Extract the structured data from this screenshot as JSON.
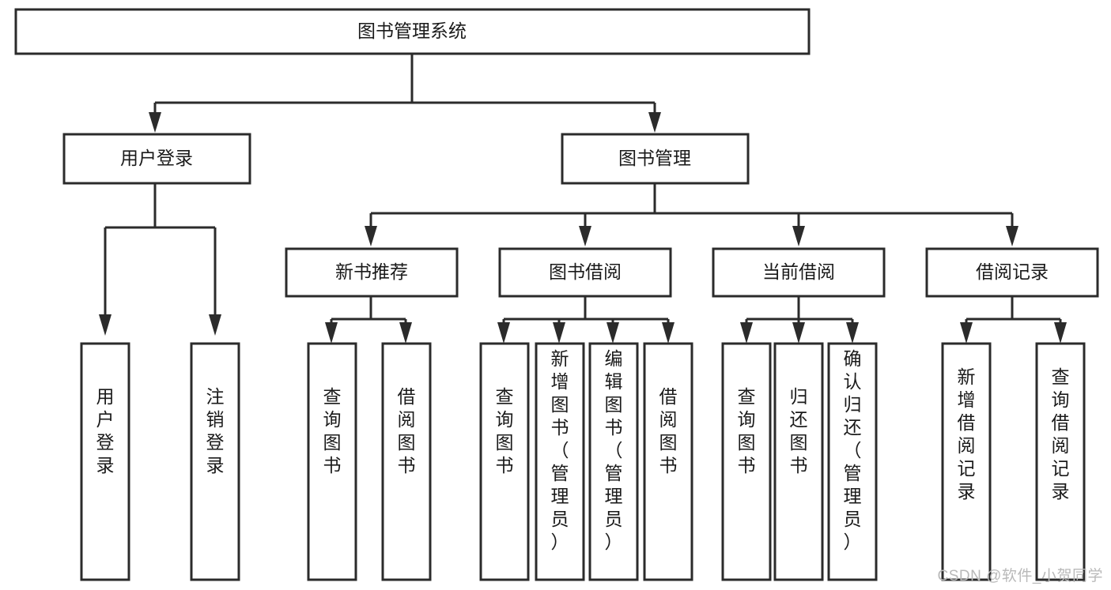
{
  "diagram": {
    "type": "tree",
    "title": "图书管理系统",
    "watermark": "CSDN @软件_小贺同学",
    "nodes": {
      "root": {
        "label": "图书管理系统",
        "level": 0,
        "orientation": "horizontal"
      },
      "user_login": {
        "label": "用户登录",
        "level": 1,
        "orientation": "horizontal"
      },
      "book_manage": {
        "label": "图书管理",
        "level": 1,
        "orientation": "horizontal"
      },
      "new_book_rec": {
        "label": "新书推荐",
        "level": 2,
        "orientation": "horizontal"
      },
      "book_borrow": {
        "label": "图书借阅",
        "level": 2,
        "orientation": "horizontal"
      },
      "current_borrow": {
        "label": "当前借阅",
        "level": 2,
        "orientation": "horizontal"
      },
      "borrow_record": {
        "label": "借阅记录",
        "level": 2,
        "orientation": "horizontal"
      },
      "leaf_user_login": {
        "label": "用户登录",
        "level": 3,
        "orientation": "vertical"
      },
      "leaf_logout": {
        "label": "注销登录",
        "level": 3,
        "orientation": "vertical"
      },
      "leaf_query_book_1": {
        "label": "查询图书",
        "level": 3,
        "orientation": "vertical"
      },
      "leaf_borrow_book_1": {
        "label": "借阅图书",
        "level": 3,
        "orientation": "vertical"
      },
      "leaf_query_book_2": {
        "label": "查询图书",
        "level": 3,
        "orientation": "vertical"
      },
      "leaf_add_book": {
        "label": "新增图书（管理员）",
        "level": 3,
        "orientation": "vertical"
      },
      "leaf_edit_book": {
        "label": "编辑图书（管理员）",
        "level": 3,
        "orientation": "vertical"
      },
      "leaf_borrow_book_2": {
        "label": "借阅图书",
        "level": 3,
        "orientation": "vertical"
      },
      "leaf_query_book_3": {
        "label": "查询图书",
        "level": 3,
        "orientation": "vertical"
      },
      "leaf_return_book": {
        "label": "归还图书",
        "level": 3,
        "orientation": "vertical"
      },
      "leaf_confirm_return": {
        "label": "确认归还（管理员）",
        "level": 3,
        "orientation": "vertical"
      },
      "leaf_add_record": {
        "label": "新增借阅记录",
        "level": 3,
        "orientation": "vertical"
      },
      "leaf_query_record": {
        "label": "查询借阅记录",
        "level": 3,
        "orientation": "vertical"
      }
    },
    "edges": [
      {
        "from": "root",
        "to": "user_login"
      },
      {
        "from": "root",
        "to": "book_manage"
      },
      {
        "from": "user_login",
        "to": "leaf_user_login"
      },
      {
        "from": "user_login",
        "to": "leaf_logout"
      },
      {
        "from": "book_manage",
        "to": "new_book_rec"
      },
      {
        "from": "book_manage",
        "to": "book_borrow"
      },
      {
        "from": "book_manage",
        "to": "current_borrow"
      },
      {
        "from": "book_manage",
        "to": "borrow_record"
      },
      {
        "from": "new_book_rec",
        "to": "leaf_query_book_1"
      },
      {
        "from": "new_book_rec",
        "to": "leaf_borrow_book_1"
      },
      {
        "from": "book_borrow",
        "to": "leaf_query_book_2"
      },
      {
        "from": "book_borrow",
        "to": "leaf_add_book"
      },
      {
        "from": "book_borrow",
        "to": "leaf_edit_book"
      },
      {
        "from": "book_borrow",
        "to": "leaf_borrow_book_2"
      },
      {
        "from": "current_borrow",
        "to": "leaf_query_book_3"
      },
      {
        "from": "current_borrow",
        "to": "leaf_return_book"
      },
      {
        "from": "current_borrow",
        "to": "leaf_confirm_return"
      },
      {
        "from": "borrow_record",
        "to": "leaf_add_record"
      },
      {
        "from": "borrow_record",
        "to": "leaf_query_record"
      }
    ],
    "colors": {
      "box_stroke": "#2b2b2b",
      "box_fill": "#ffffff",
      "text": "#1a1a1a",
      "background": "#ffffff",
      "watermark": "#b9b9b9"
    }
  }
}
